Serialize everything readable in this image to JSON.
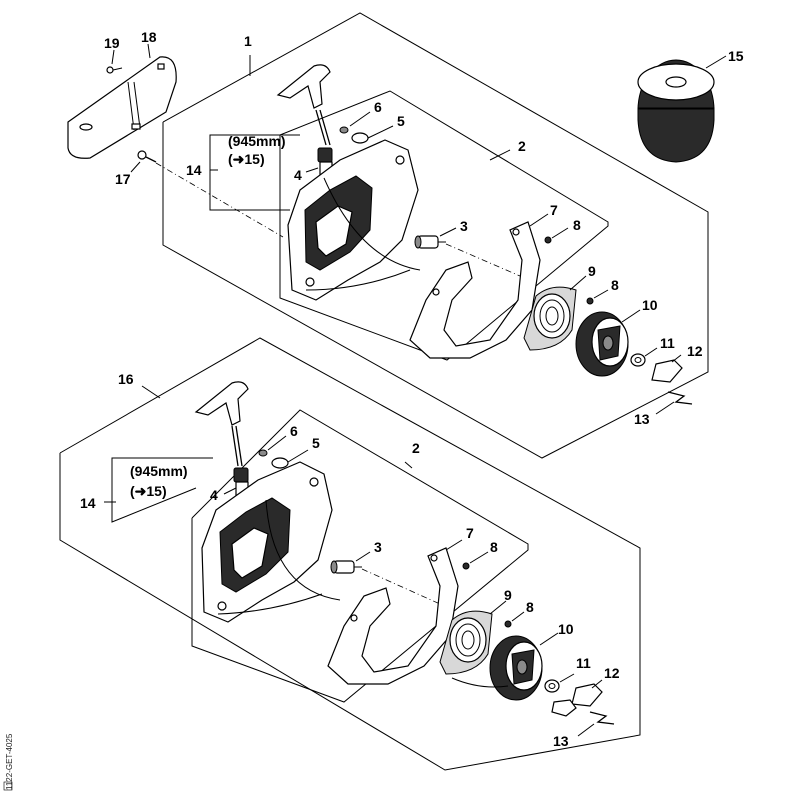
{
  "upper_group": {
    "label_1": "1",
    "label_2": "2",
    "label_3": "3",
    "label_4": "4",
    "label_5": "5",
    "label_6": "6",
    "label_7": "7",
    "label_8a": "8",
    "label_8b": "8",
    "label_9": "9",
    "label_10": "10",
    "label_11": "11",
    "label_12": "12",
    "label_13": "13",
    "label_14": "14",
    "label_15": "15",
    "label_17": "17",
    "label_18": "18",
    "label_19": "19",
    "rope_length": "(945mm)",
    "rope_ref": "(➜15)"
  },
  "lower_group": {
    "label_16": "16",
    "label_2": "2",
    "label_3": "3",
    "label_4": "4",
    "label_5": "5",
    "label_6": "6",
    "label_7": "7",
    "label_8a": "8",
    "label_8b": "8",
    "label_9": "9",
    "label_10": "10",
    "label_11": "11",
    "label_12": "12",
    "label_13": "13",
    "label_14": "14",
    "rope_length": "(945mm)",
    "rope_ref": "(➜15)"
  },
  "doc_id": "1122-GET-4025"
}
